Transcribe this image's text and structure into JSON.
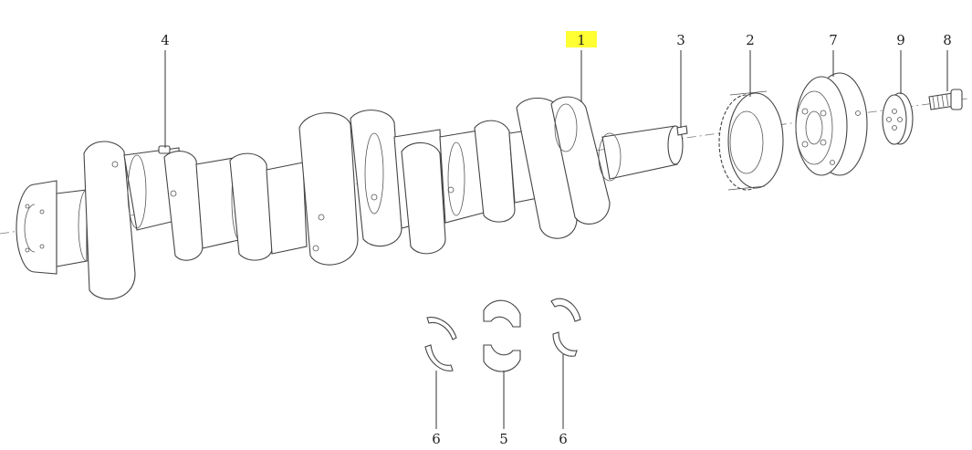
{
  "diagram": {
    "highlight_color": "#ffff33",
    "highlighted_callout": "1",
    "callouts": [
      {
        "id": "c1",
        "label": "1"
      },
      {
        "id": "c2",
        "label": "2"
      },
      {
        "id": "c3",
        "label": "3"
      },
      {
        "id": "c4",
        "label": "4"
      },
      {
        "id": "c5",
        "label": "5"
      },
      {
        "id": "c6a",
        "label": "6"
      },
      {
        "id": "c6b",
        "label": "6"
      },
      {
        "id": "c7",
        "label": "7"
      },
      {
        "id": "c8",
        "label": "8"
      },
      {
        "id": "c9",
        "label": "9"
      }
    ]
  }
}
